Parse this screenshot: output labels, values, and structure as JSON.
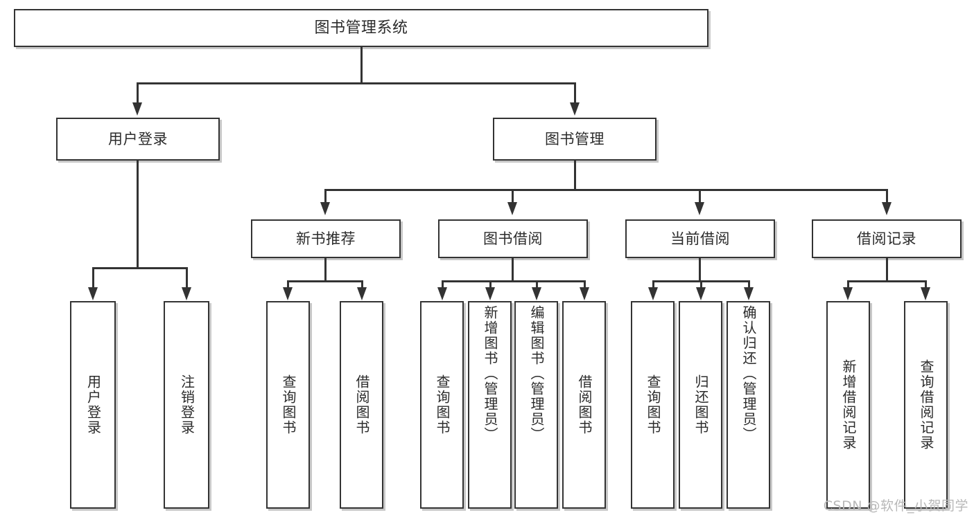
{
  "diagram": {
    "type": "tree",
    "title": "图书管理系统",
    "orientation": "top-down",
    "colors": {
      "border": "#333333",
      "fill": "#ffffff",
      "text": "#2b2b2b",
      "background": "#ffffff",
      "watermark": "#b8b8b8"
    },
    "levels": {
      "root": "图书管理系统",
      "level2": [
        "用户登录",
        "图书管理"
      ],
      "level3": [
        "新书推荐",
        "图书借阅",
        "当前借阅",
        "借阅记录"
      ],
      "leaves": [
        "用户登录",
        "注销登录",
        "查询图书",
        "借阅图书",
        "查询图书",
        "新增图书（管理员）",
        "编辑图书（管理员）",
        "借阅图书",
        "查询图书",
        "归还图书",
        "确认归还（管理员）",
        "新增借阅记录",
        "查询借阅记录"
      ]
    },
    "nodes": {
      "root": {
        "label": "图书管理系统"
      },
      "user_login": {
        "label": "用户登录"
      },
      "book_manage": {
        "label": "图书管理"
      },
      "new_book_rec": {
        "label": "新书推荐"
      },
      "book_borrow": {
        "label": "图书借阅"
      },
      "current_borrow": {
        "label": "当前借阅"
      },
      "borrow_record": {
        "label": "借阅记录"
      },
      "leaf_user_login": {
        "label": "用户登录"
      },
      "leaf_logout": {
        "label": "注销登录"
      },
      "leaf_query_book_1": {
        "label": "查询图书"
      },
      "leaf_borrow_book_1": {
        "label": "借阅图书"
      },
      "leaf_query_book_2": {
        "label": "查询图书"
      },
      "leaf_add_book_admin": {
        "label": "新增图书（管理员）"
      },
      "leaf_edit_book_admin": {
        "label": "编辑图书（管理员）"
      },
      "leaf_borrow_book_2": {
        "label": "借阅图书"
      },
      "leaf_query_book_3": {
        "label": "查询图书"
      },
      "leaf_return_book": {
        "label": "归还图书"
      },
      "leaf_confirm_return_admin": {
        "label": "确认归还（管理员）"
      },
      "leaf_add_record": {
        "label": "新增借阅记录"
      },
      "leaf_query_record": {
        "label": "查询借阅记录"
      }
    },
    "edges": [
      {
        "from": "root",
        "to": "user_login"
      },
      {
        "from": "root",
        "to": "book_manage"
      },
      {
        "from": "user_login",
        "to": "leaf_user_login"
      },
      {
        "from": "user_login",
        "to": "leaf_logout"
      },
      {
        "from": "book_manage",
        "to": "new_book_rec"
      },
      {
        "from": "book_manage",
        "to": "book_borrow"
      },
      {
        "from": "book_manage",
        "to": "current_borrow"
      },
      {
        "from": "book_manage",
        "to": "borrow_record"
      },
      {
        "from": "new_book_rec",
        "to": "leaf_query_book_1"
      },
      {
        "from": "new_book_rec",
        "to": "leaf_borrow_book_1"
      },
      {
        "from": "book_borrow",
        "to": "leaf_query_book_2"
      },
      {
        "from": "book_borrow",
        "to": "leaf_add_book_admin"
      },
      {
        "from": "book_borrow",
        "to": "leaf_edit_book_admin"
      },
      {
        "from": "book_borrow",
        "to": "leaf_borrow_book_2"
      },
      {
        "from": "current_borrow",
        "to": "leaf_query_book_3"
      },
      {
        "from": "current_borrow",
        "to": "leaf_return_book"
      },
      {
        "from": "current_borrow",
        "to": "leaf_confirm_return_admin"
      },
      {
        "from": "borrow_record",
        "to": "leaf_add_record"
      },
      {
        "from": "borrow_record",
        "to": "leaf_query_record"
      }
    ]
  },
  "watermark": {
    "text": "CSDN @软件_小贺同学"
  }
}
